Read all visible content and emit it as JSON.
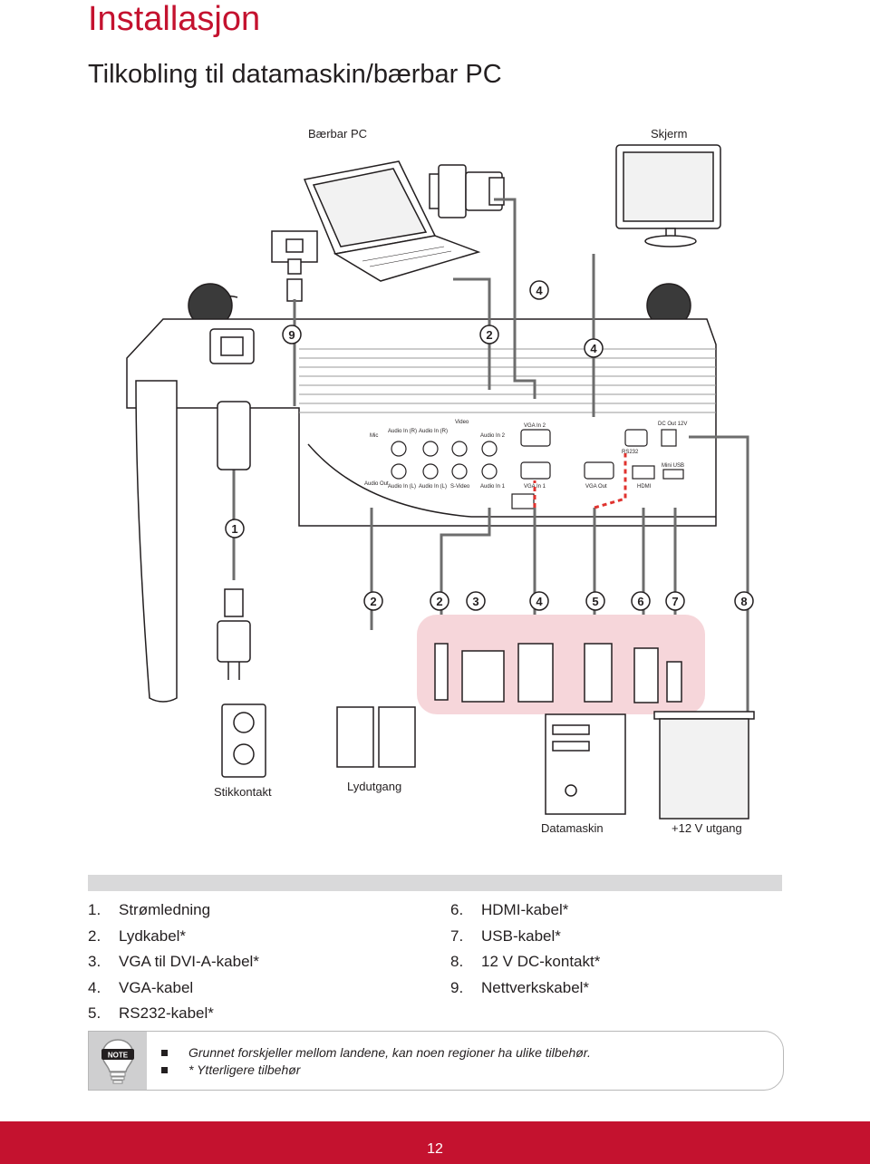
{
  "header": {
    "section_title": "Installasjon",
    "subtitle": "Tilkobling til datamaskin/bærbar PC"
  },
  "diagram": {
    "labels": {
      "laptop": "Bærbar PC",
      "monitor": "Skjerm",
      "outlet": "Stikkontakt",
      "audio_out": "Lydutgang",
      "computer": "Datamaskin",
      "dc_out": "+12 V utgang"
    },
    "ports": {
      "mic": "Mic",
      "audio_in_r1": "Audio In (R)",
      "audio_in_r2": "Audio In (R)",
      "video": "Video",
      "audio_in_2": "Audio In 2",
      "audio_out": "Audio Out",
      "audio_in_l1": "Audio In (L)",
      "audio_in_l2": "Audio In (L)",
      "s_video": "S-Video",
      "audio_in_1": "Audio In 1",
      "vga_in_2": "VGA In 2",
      "vga_in_1": "VGA In 1",
      "vga_out": "VGA Out",
      "rs232": "RS232",
      "hdmi": "HDMI",
      "dc_out_12v": "DC Out 12V",
      "mini_usb": "Mini USB"
    },
    "callouts": {
      "power": "1",
      "audio": "2",
      "vga_dvi": "3",
      "vga": "4",
      "rs232": "5",
      "hdmi": "6",
      "usb": "7",
      "dc": "8",
      "network": "9"
    }
  },
  "legend": {
    "left": [
      {
        "num": "1.",
        "text": "Strømledning"
      },
      {
        "num": "2.",
        "text": "Lydkabel*"
      },
      {
        "num": "3.",
        "text": "VGA til DVI-A-kabel*"
      },
      {
        "num": "4.",
        "text": "VGA-kabel"
      },
      {
        "num": "5.",
        "text": "RS232-kabel*"
      }
    ],
    "right": [
      {
        "num": "6.",
        "text": "HDMI-kabel*"
      },
      {
        "num": "7.",
        "text": "USB-kabel*"
      },
      {
        "num": "8.",
        "text": "12 V DC-kontakt*"
      },
      {
        "num": "9.",
        "text": "Nettverkskabel*"
      }
    ]
  },
  "note": {
    "icon_label": "NOTE",
    "items": [
      "Grunnet forskjeller mellom landene, kan noen regioner ha ulike tilbehør.",
      "* Ytterligere tilbehør"
    ]
  },
  "footer": {
    "page_number": "12"
  },
  "colors": {
    "brand_red": "#c4122f",
    "legend_bar": "#d9d9da",
    "accessory_highlight": "#f6d6da"
  }
}
